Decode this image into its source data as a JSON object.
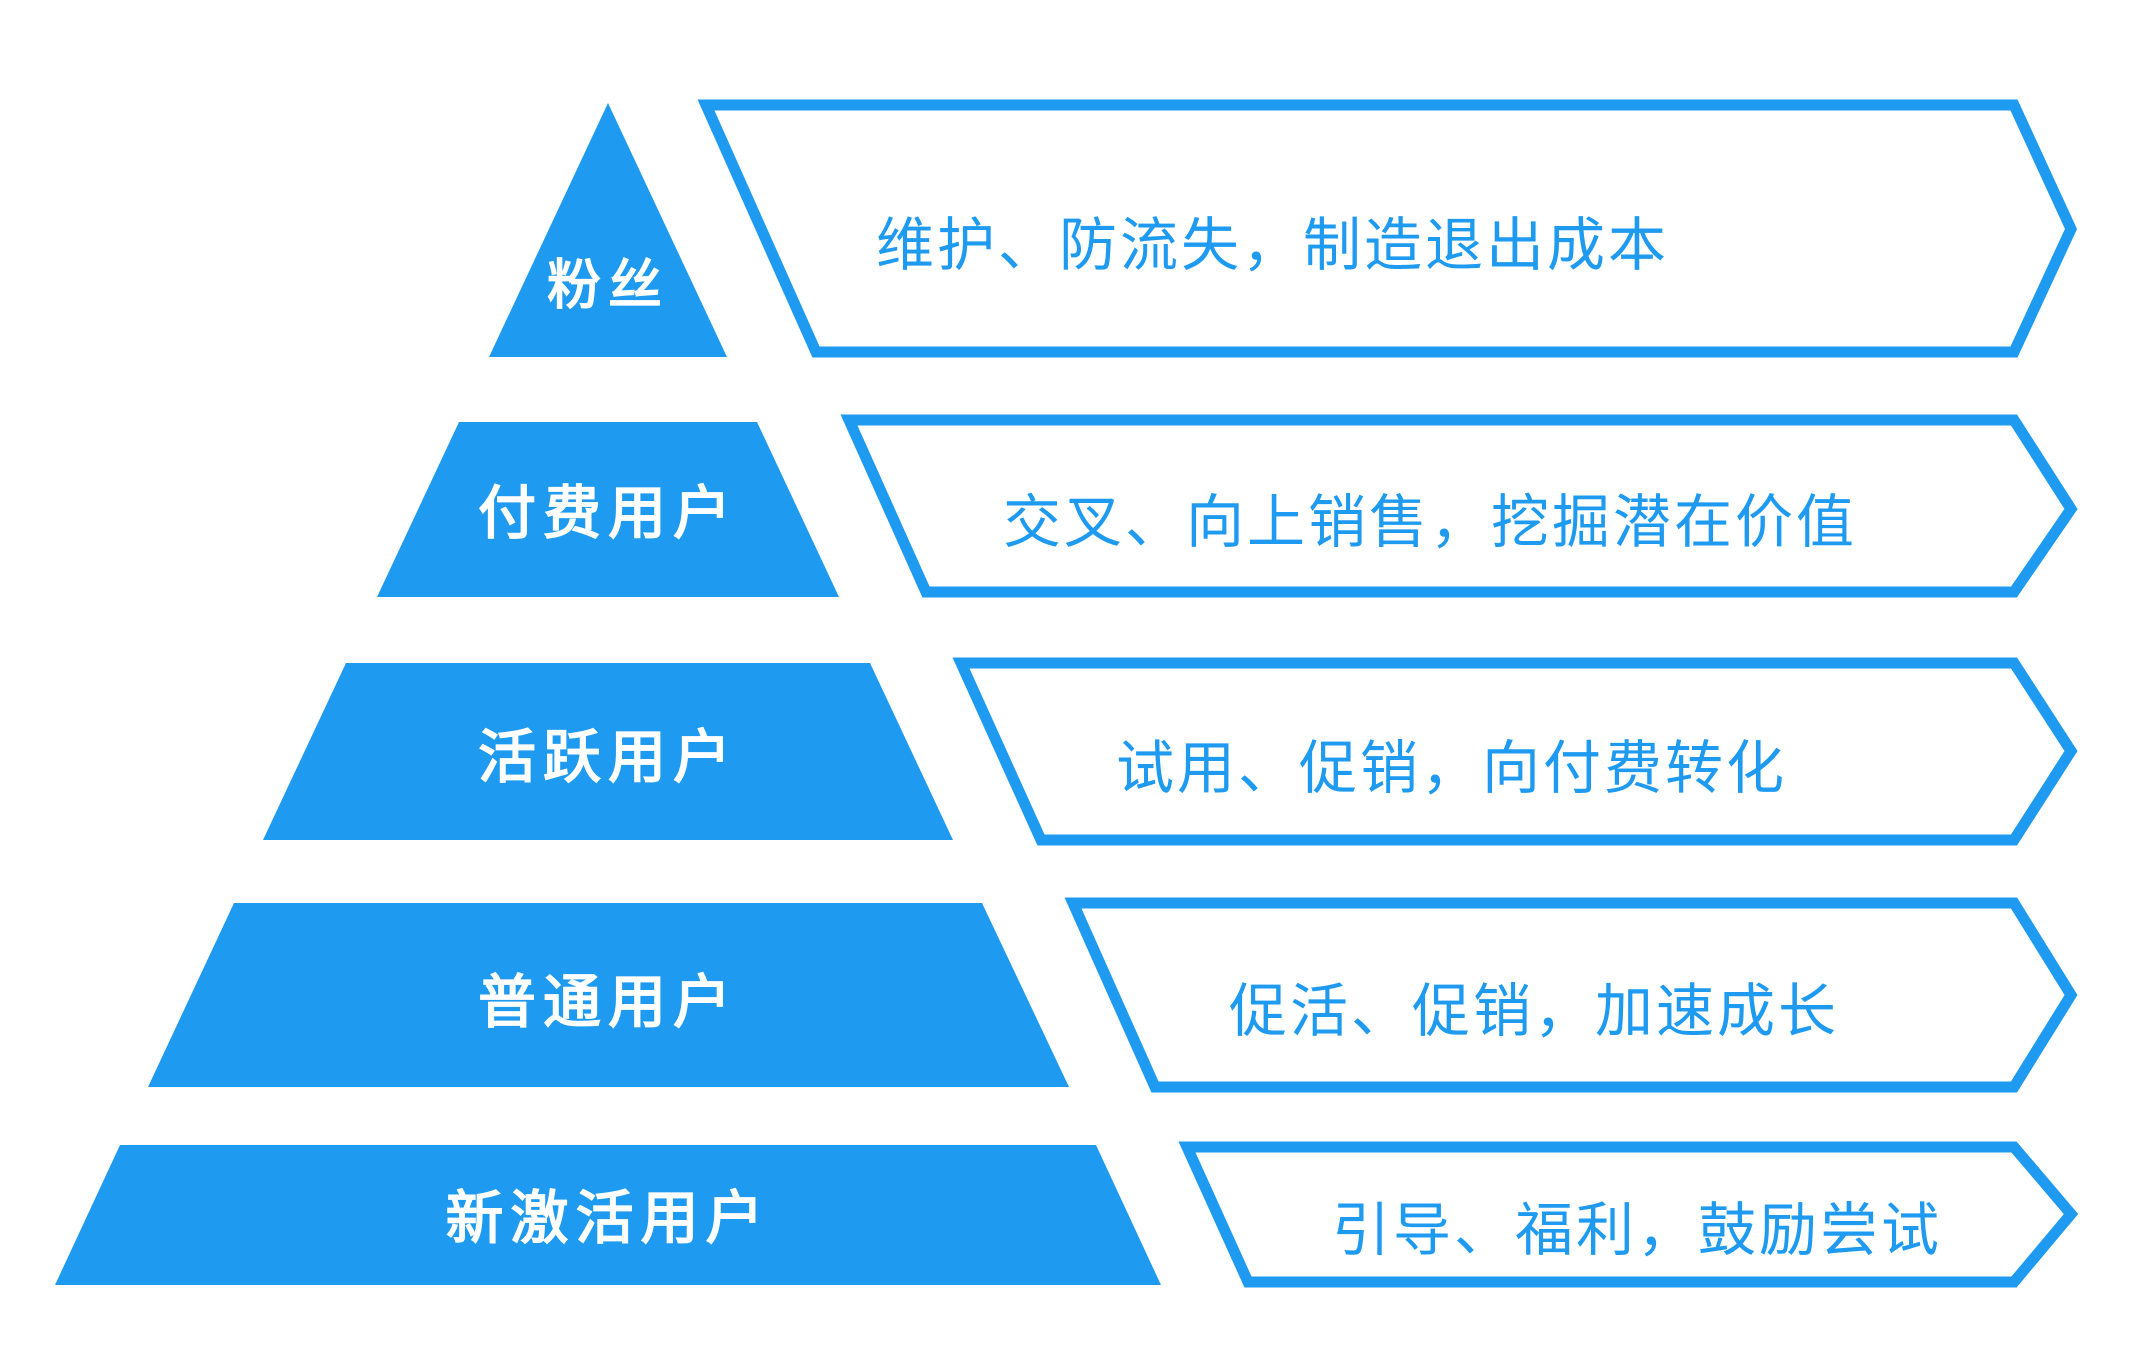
{
  "diagram": {
    "type": "pyramid-hierarchy",
    "colors": {
      "primary": "#1E9BF0",
      "tier_label_color": "#FFFFFF",
      "banner_fill": "#FFFFFF"
    },
    "tiers": [
      {
        "label": "粉丝",
        "strategy": "维护、防流失，制造退出成本"
      },
      {
        "label": "付费用户",
        "strategy": "交叉、向上销售，挖掘潜在价值"
      },
      {
        "label": "活跃用户",
        "strategy": "试用、促销，向付费转化"
      },
      {
        "label": "普通用户",
        "strategy": "促活、促销，加速成长"
      },
      {
        "label": "新激活用户",
        "strategy": "引导、福利，鼓励尝试"
      }
    ]
  }
}
